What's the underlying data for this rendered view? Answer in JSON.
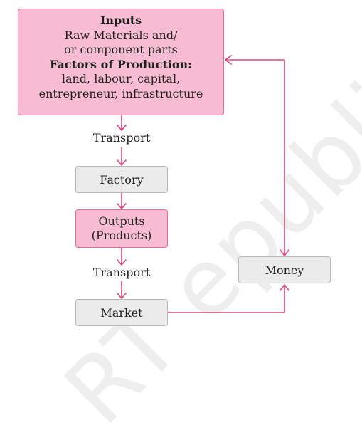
{
  "watermark": "RT  epublished",
  "diagram": {
    "inputs": {
      "title": "Inputs",
      "line1": "Raw Materials and/",
      "line2": "or component parts",
      "factors_heading": "Factors of Production:",
      "factors_line1": "land, labour, capital,",
      "factors_line2": "entrepreneur, infrastructure"
    },
    "transport_label_1": "Transport",
    "factory": "Factory",
    "outputs": {
      "line1": "Outputs",
      "line2": "(Products)"
    },
    "transport_label_2": "Transport",
    "market": "Market",
    "money": "Money"
  },
  "colors": {
    "arrow": "#d9467d",
    "pink_box_fill": "#f8bcd2",
    "pink_box_border": "#dd6f98",
    "grey_box_fill": "#ebebeb",
    "grey_box_border": "#b8b8b8"
  }
}
